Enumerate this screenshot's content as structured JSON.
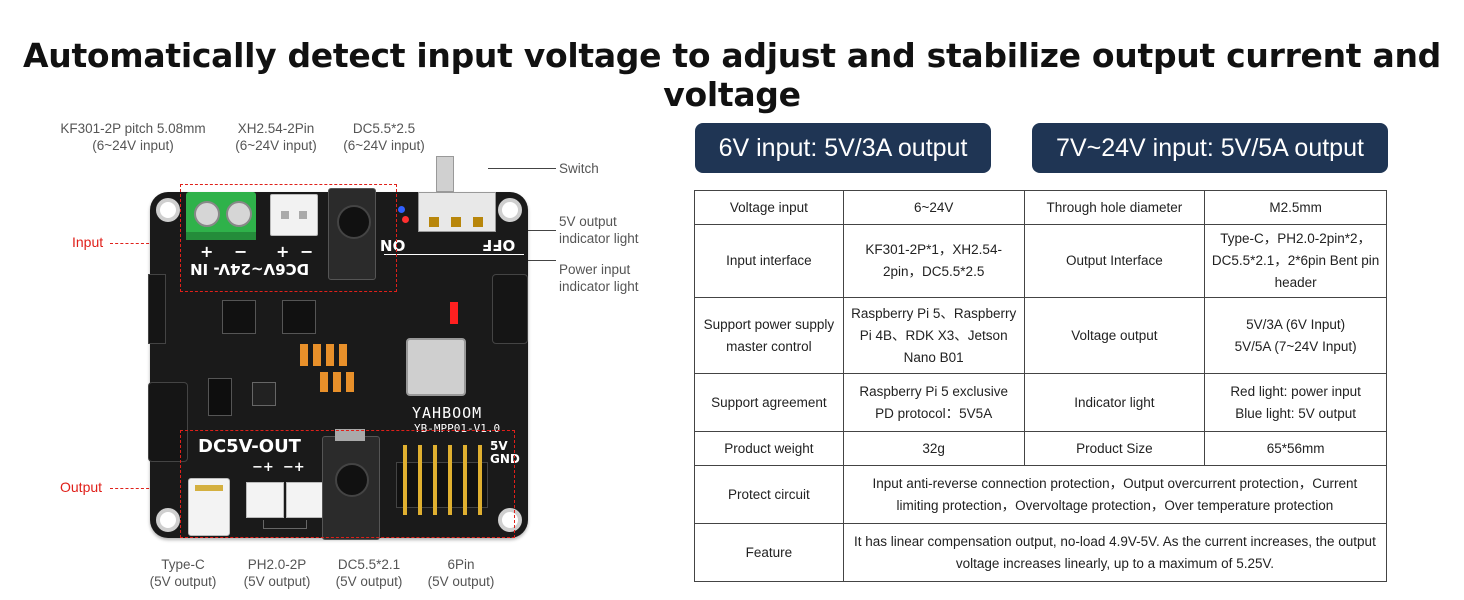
{
  "title": "Automatically detect input voltage to adjust and stabilize output current and voltage",
  "board": {
    "labels": {
      "kf301_line1": "KF301-2P pitch 5.08mm",
      "kf301_line2": "(6~24V input)",
      "xh254_line1": "XH2.54-2Pin",
      "xh254_line2": "(6~24V input)",
      "dc55_in_line1": "DC5.5*2.5",
      "dc55_in_line2": "(6~24V input)",
      "switch": "Switch",
      "out_ind_line1": "5V output",
      "out_ind_line2": "indicator light",
      "pwr_ind_line1": "Power input",
      "pwr_ind_line2": "indicator light",
      "input": "Input",
      "output": "Output",
      "typec_line1": "Type-C",
      "typec_line2": "(5V output)",
      "ph20_line1": "PH2.0-2P",
      "ph20_line2": "(5V output)",
      "dc55_out_line1": "DC5.5*2.1",
      "dc55_out_line2": "(5V output)",
      "pin6_line1": "6Pin",
      "pin6_line2": "(5V output)"
    },
    "silkscreen": {
      "in_text": "DC6V~24V- IN",
      "on": "ON",
      "off": "OFF",
      "dc5v_out": "DC5V-OUT",
      "brand": "YAHBOOM",
      "model": "YB-MPP01-V1.0",
      "five_v": "5V",
      "gnd": "GND",
      "ph_marks": "−+  −+"
    }
  },
  "tags": {
    "left": "6V input: 5V/3A output",
    "right": "7V~24V input: 5V/5A output"
  },
  "spec": {
    "voltage_input_label": "Voltage input",
    "voltage_input_value": "6~24V",
    "hole_label": "Through hole diameter",
    "hole_value": "M2.5mm",
    "input_if_label": "Input interface",
    "input_if_value": "KF301-2P*1，XH2.54-2pin，DC5.5*2.5",
    "output_if_label": "Output Interface",
    "output_if_value": "Type-C，PH2.0-2pin*2，DC5.5*2.1，2*6pin Bent pin header",
    "support_label": "Support power supply master control",
    "support_value": "Raspberry Pi 5、Raspberry Pi 4B、RDK X3、Jetson Nano B01",
    "vout_label": "Voltage output",
    "vout_value_1": "5V/3A (6V Input)",
    "vout_value_2": "5V/5A (7~24V Input)",
    "agreement_label": "Support agreement",
    "agreement_value": "Raspberry Pi 5 exclusive PD protocol：5V5A",
    "indicator_label": "Indicator light",
    "indicator_value_1": "Red light: power input",
    "indicator_value_2": "Blue light: 5V output",
    "weight_label": "Product weight",
    "weight_value": "32g",
    "size_label": "Product Size",
    "size_value": "65*56mm",
    "protect_label": "Protect circuit",
    "protect_value": "Input anti-reverse connection protection，Output overcurrent protection，Current limiting protection，Overvoltage protection，Over temperature protection",
    "feature_label": "Feature",
    "feature_value": "It has linear compensation output, no-load 4.9V-5V. As the current increases, the output voltage increases linearly, up to a maximum of 5.25V."
  },
  "colors": {
    "tag_bg": "#1f3554",
    "annotation_red": "#e0201a",
    "terminal_green": "#2fb24a",
    "board_black": "#1a1a1a"
  }
}
